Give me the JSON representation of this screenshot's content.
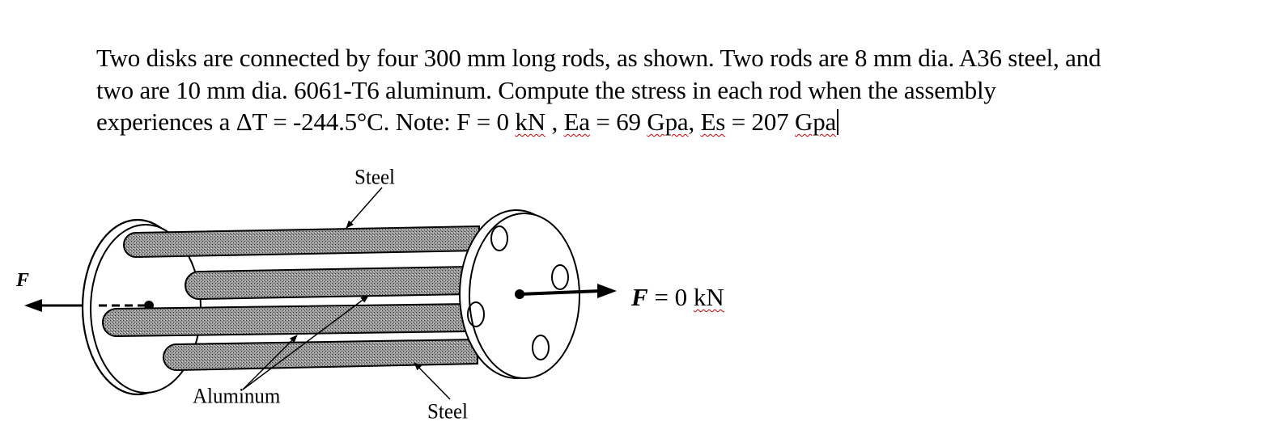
{
  "problem": {
    "line1": "Two disks are connected by four 300 mm long rods, as shown. Two rods are 8 mm dia. A36 steel, and",
    "line2": "two are 10 mm dia. 6061-T6 aluminum. Compute the stress in each rod when the assembly",
    "line3_prefix": "experiences a ΔT = -244.5°C.  Note: F = 0 ",
    "unit_kN": "kN",
    "sep1": " ,   ",
    "ea_label": "Ea",
    "ea_value": " = 69 ",
    "ea_unit": "Gpa",
    "sep2": ",  ",
    "es_label": "Es",
    "es_value": " = 207 ",
    "es_unit": "Gpa"
  },
  "figure": {
    "label_steel_top": "Steel",
    "label_steel_bottom": "Steel",
    "label_aluminum": "Aluminum",
    "force_left_symbol": "F",
    "force_right_symbol": "F",
    "force_right_value": " = 0 ",
    "force_right_unit": "kN",
    "rod_fill_color": "#8a8a8a",
    "outline_color": "#000000"
  }
}
